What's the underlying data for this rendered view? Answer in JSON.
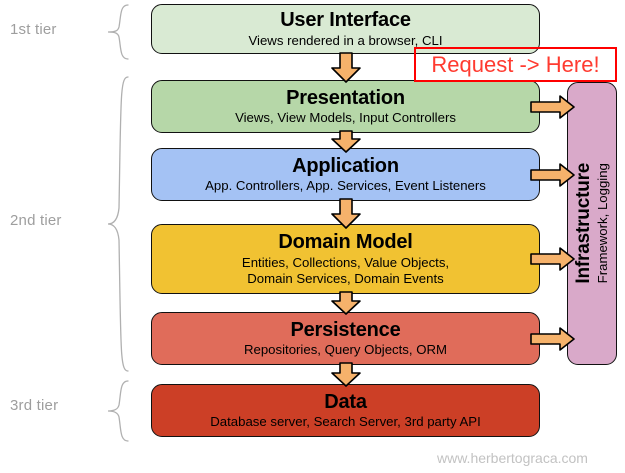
{
  "diagram": {
    "title": "Layered Architecture Diagram",
    "background": "#ffffff"
  },
  "tiers": [
    {
      "label": "1st tier"
    },
    {
      "label": "2nd tier"
    },
    {
      "label": "3rd tier"
    }
  ],
  "layers": [
    {
      "name": "user-interface",
      "title": "User Interface",
      "subtitle_line1": "Views rendered in a browser, CLI",
      "subtitle_line2": "",
      "color": "#d9ead3"
    },
    {
      "name": "presentation",
      "title": "Presentation",
      "subtitle_line1": "Views, View Models, Input Controllers",
      "subtitle_line2": "",
      "color": "#b6d7a8"
    },
    {
      "name": "application",
      "title": "Application",
      "subtitle_line1": "App. Controllers, App. Services, Event Listeners",
      "subtitle_line2": "",
      "color": "#a4c2f4"
    },
    {
      "name": "domain-model",
      "title": "Domain Model",
      "subtitle_line1": "Entities, Collections, Value Objects,",
      "subtitle_line2": "Domain Services, Domain Events",
      "color": "#f1c232"
    },
    {
      "name": "persistence",
      "title": "Persistence",
      "subtitle_line1": "Repositories, Query Objects, ORM",
      "subtitle_line2": "",
      "color": "#e06c5a"
    },
    {
      "name": "data",
      "title": "Data",
      "subtitle_line1": "Database server, Search Server, 3rd party API",
      "subtitle_line2": "",
      "color": "#cc3f26"
    }
  ],
  "infrastructure": {
    "title": "Infrastructure",
    "subtitle": "Framework, Logging",
    "color": "#d9a9c9"
  },
  "annotation": {
    "text": "Request -> Here!",
    "border_color": "#ff0000",
    "text_color": "#ff3b30"
  },
  "arrows": {
    "fill": "#f6b26b",
    "stroke": "#000000",
    "down_count": 5,
    "right_count": 4
  },
  "watermark": {
    "text": "www.herbertograca.com",
    "color": "#c2c2c2"
  }
}
